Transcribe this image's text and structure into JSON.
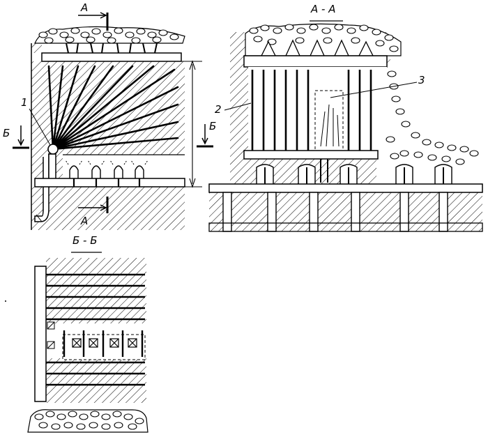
{
  "labels": {
    "view_a": "A",
    "view_b": "Б",
    "callout_1": "1",
    "callout_2": "2",
    "callout_3": "3",
    "section_aa_title": "A - A",
    "section_bb_title": "Б - Б"
  }
}
